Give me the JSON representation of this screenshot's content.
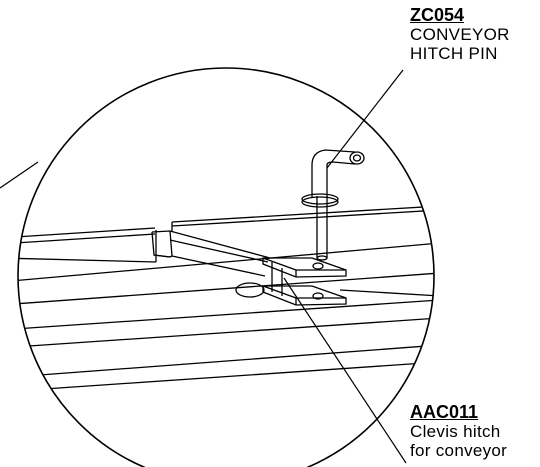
{
  "callouts": {
    "pin": {
      "code": "ZC054",
      "lines": [
        "CONVEYOR",
        "HITCH PIN"
      ]
    },
    "clevis": {
      "code": "AAC011",
      "lines": [
        "Clevis hitch",
        "for conveyor"
      ]
    }
  }
}
